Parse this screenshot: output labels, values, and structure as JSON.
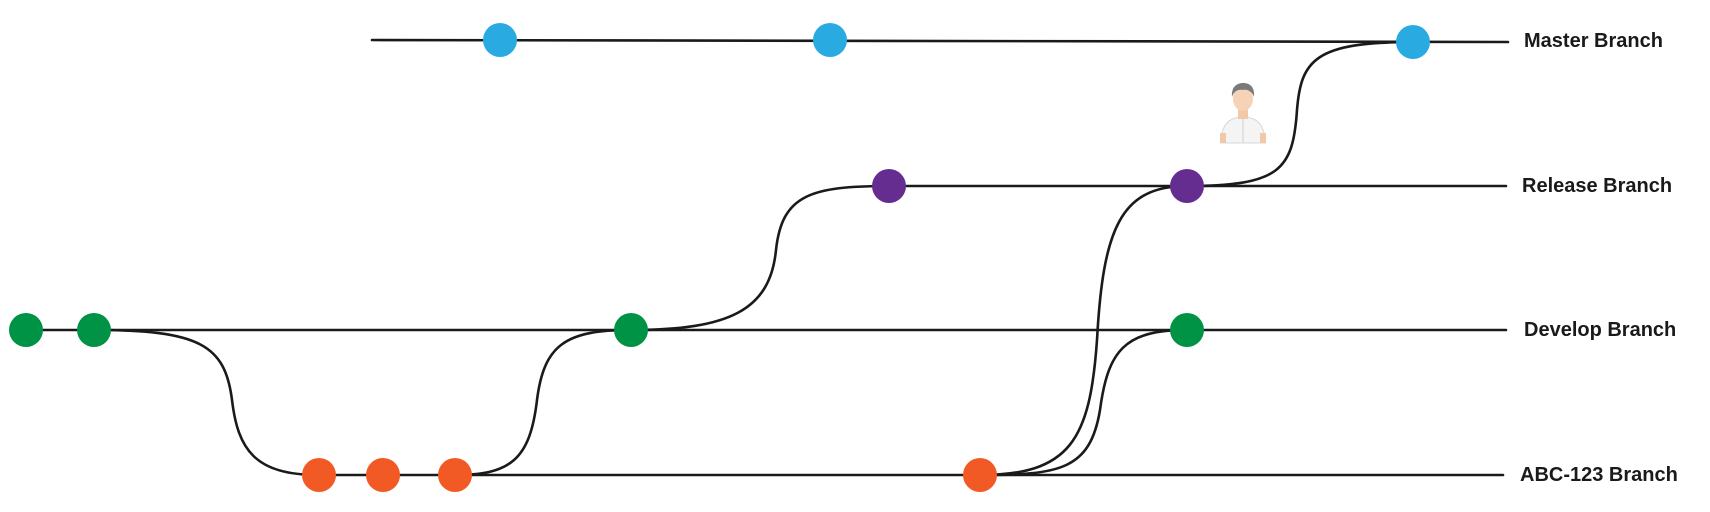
{
  "branches": {
    "master": {
      "label": "Master Branch",
      "color": "#29abe2"
    },
    "release": {
      "label": "Release Branch",
      "color": "#662d91"
    },
    "develop": {
      "label": "Develop Branch",
      "color": "#009245"
    },
    "feature": {
      "label": "ABC-123 Branch",
      "color": "#f15a24"
    }
  },
  "icons": {
    "developer": "person-avatar-icon"
  },
  "colors": {
    "line": "#1a1a1a",
    "background": "#ffffff"
  }
}
